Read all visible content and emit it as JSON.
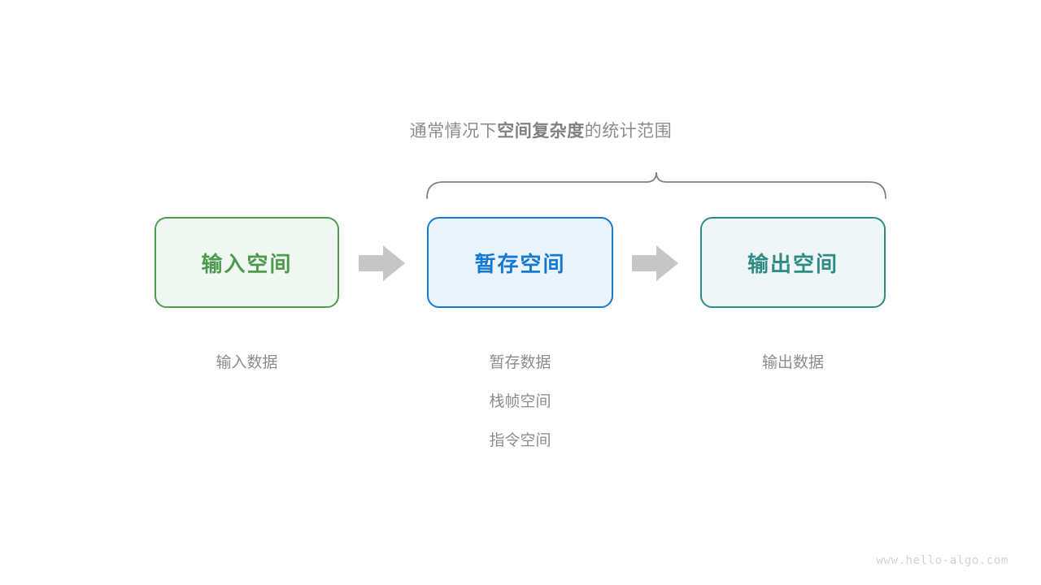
{
  "diagram": {
    "brace_caption": {
      "prefix": "通常情况下",
      "emphasis": "空间复杂度",
      "suffix": "的统计范围",
      "full_text": "通常情况下空间复杂度的统计范围"
    },
    "brace": {
      "color": "#808080",
      "spans": [
        "暂存空间",
        "输出空间"
      ]
    },
    "boxes": [
      {
        "id": "input-space",
        "label": "输入空间",
        "border_color": "#4e9a4e",
        "fill_color": "#f1f8f1",
        "text_color": "#4e9a4e"
      },
      {
        "id": "buffer-space",
        "label": "暂存空间",
        "border_color": "#1479d0",
        "fill_color": "#e9f4fd",
        "text_color": "#1479d0"
      },
      {
        "id": "output-space",
        "label": "输出空间",
        "border_color": "#2f8b85",
        "fill_color": "#eef7f5",
        "text_color": "#2f8b85"
      }
    ],
    "arrows": {
      "color": "#c6c6c6",
      "direction": "right",
      "count": 2
    },
    "captions": {
      "input": [
        "输入数据"
      ],
      "buffer": [
        "暂存数据",
        "栈帧空间",
        "指令空间"
      ],
      "output": [
        "输出数据"
      ]
    },
    "watermark": "www.hello-algo.com"
  }
}
